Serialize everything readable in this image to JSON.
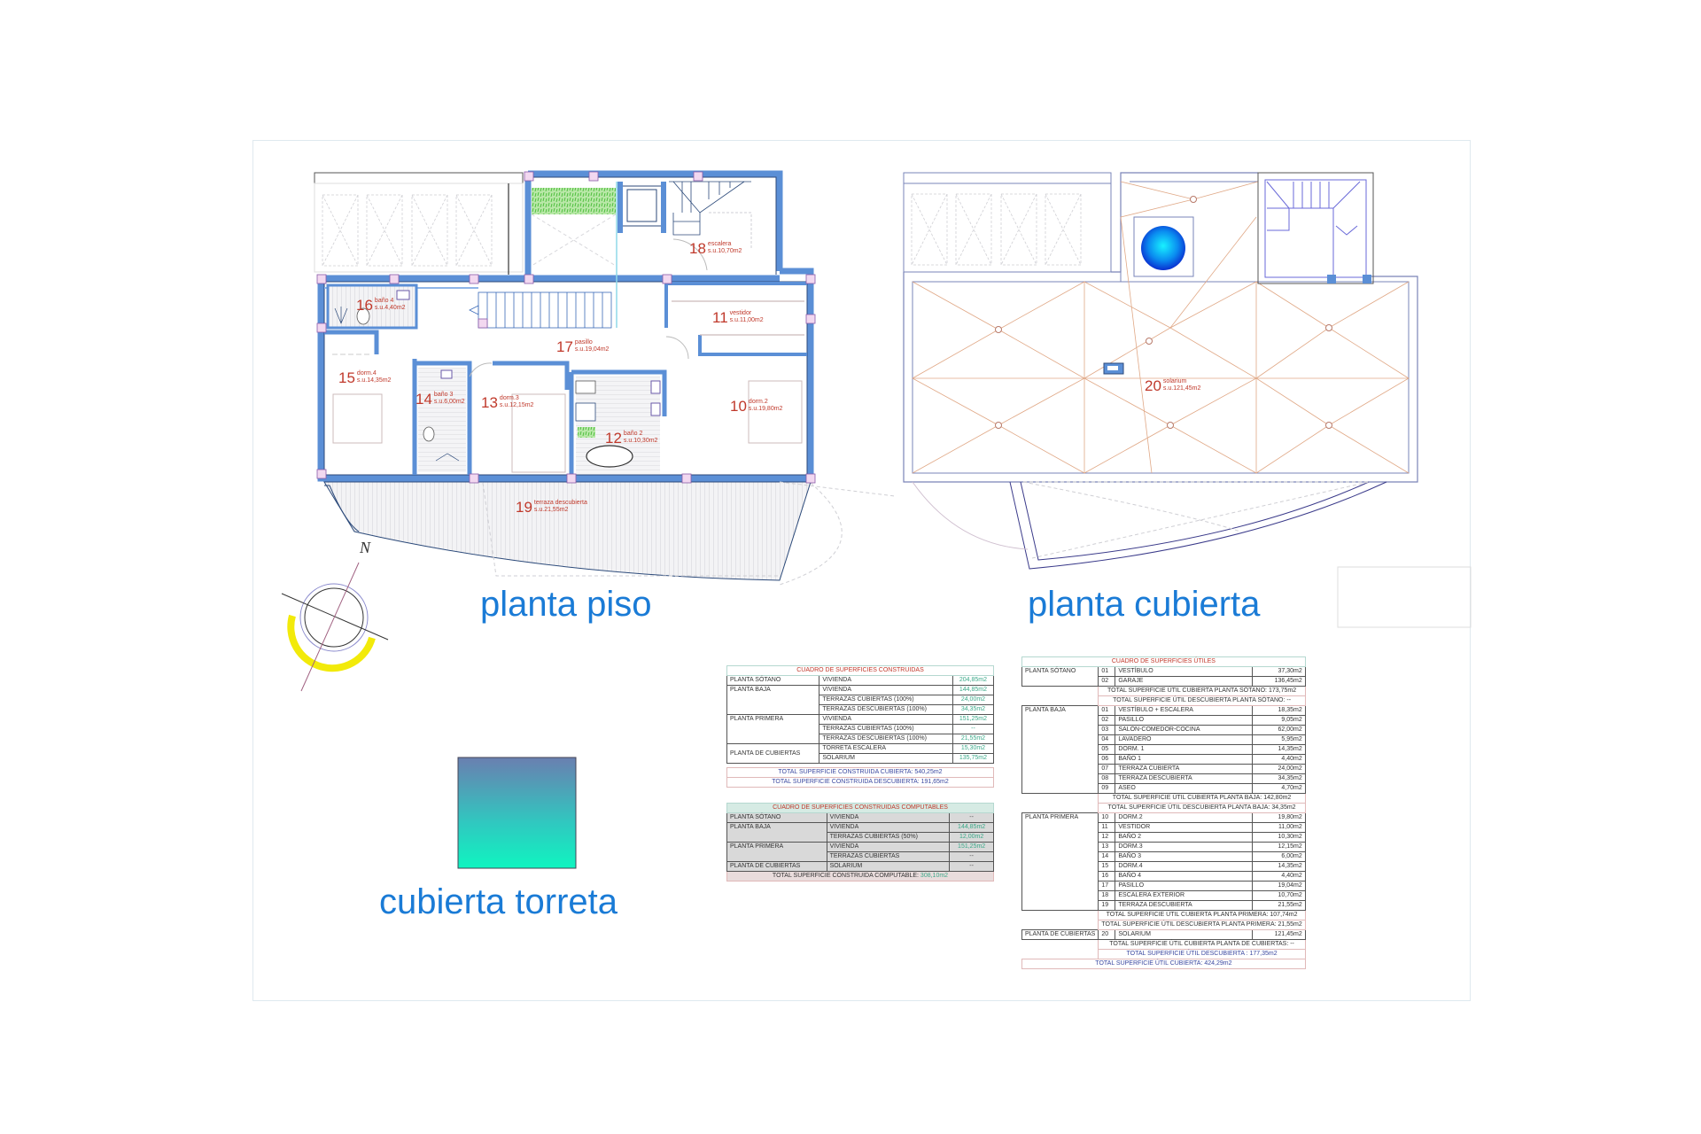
{
  "drawing": {
    "titles": {
      "piso": "planta piso",
      "cubierta": "planta cubierta",
      "torreta": "cubierta torreta"
    },
    "compass": {
      "label": "N"
    },
    "colors": {
      "wall": "#5b8fd6",
      "title": "#1a7bd6",
      "room_label": "#c0392b",
      "roof_lines": "#e0a886",
      "compass_arc": "#f2ea0a",
      "torreta_top": "#6a7fb0",
      "torreta_bottom": "#0ff5c0"
    },
    "piso_rooms": [
      {
        "num": "10",
        "name": "dorm.2",
        "area": "s.u.19,80m2"
      },
      {
        "num": "11",
        "name": "vestidor",
        "area": "s.u.11,00m2"
      },
      {
        "num": "12",
        "name": "baño 2",
        "area": "s.u.10,30m2"
      },
      {
        "num": "13",
        "name": "dorm.3",
        "area": "s.u.12,15m2"
      },
      {
        "num": "14",
        "name": "baño 3",
        "area": "s.u.6,00m2"
      },
      {
        "num": "15",
        "name": "dorm.4",
        "area": "s.u.14,35m2"
      },
      {
        "num": "16",
        "name": "baño 4",
        "area": "s.u.4,40m2"
      },
      {
        "num": "17",
        "name": "pasillo",
        "area": "s.u.19,04m2"
      },
      {
        "num": "18",
        "name": "escalera",
        "area": "s.u.10,70m2"
      },
      {
        "num": "19",
        "name": "terraza descubierta",
        "area": "s.u.21,55m2"
      }
    ],
    "cubierta_rooms": [
      {
        "num": "20",
        "name": "solarium",
        "area": "s.u.121,45m2"
      }
    ]
  },
  "construidas": {
    "title": "CUADRO DE SUPERFICIES CONSTRUIDAS",
    "rows": [
      {
        "planta": "PLANTA SÓTANO",
        "concepto": "VIVIENDA",
        "valor": "204,85m2"
      },
      {
        "planta": "PLANTA BAJA",
        "concepto": "VIVIENDA",
        "valor": "144,85m2"
      },
      {
        "planta": "",
        "concepto": "TERRAZAS CUBIERTAS (100%)",
        "valor": "24,00m2"
      },
      {
        "planta": "",
        "concepto": "TERRAZAS DESCUBIERTAS (100%)",
        "valor": "34,35m2"
      },
      {
        "planta": "PLANTA PRIMERA",
        "concepto": "VIVIENDA",
        "valor": "151,25m2"
      },
      {
        "planta": "",
        "concepto": "TERRAZAS CUBIERTAS (100%)",
        "valor": "--"
      },
      {
        "planta": "",
        "concepto": "TERRAZAS DESCUBIERTAS (100%)",
        "valor": "21,55m2"
      },
      {
        "planta": "PLANTA DE CUBIERTAS",
        "concepto": "TORRETA ESCALERA",
        "valor": "15,30m2"
      },
      {
        "planta": "",
        "concepto": "SOLARIUM",
        "valor": "135,75m2"
      }
    ],
    "total_cubierta": "TOTAL SUPERFICIE CONSTRUIDA CUBIERTA: 540,25m2",
    "total_descubierta": "TOTAL SUPERFICIE CONSTRUIDA DESCUBIERTA: 191,65m2"
  },
  "computables": {
    "title": "CUADRO DE SUPERFICIES CONSTRUIDAS COMPUTABLES",
    "rows": [
      {
        "planta": "PLANTA SÓTANO",
        "concepto": "VIVIENDA",
        "valor": "--"
      },
      {
        "planta": "PLANTA BAJA",
        "concepto": "VIVIENDA",
        "valor": "144,85m2"
      },
      {
        "planta": "",
        "concepto": "TERRAZAS CUBIERTAS (50%)",
        "valor": "12,00m2"
      },
      {
        "planta": "PLANTA PRIMERA",
        "concepto": "VIVIENDA",
        "valor": "151,25m2"
      },
      {
        "planta": "",
        "concepto": "TERRAZAS CUBIERTAS",
        "valor": "--"
      },
      {
        "planta": "PLANTA DE CUBIERTAS",
        "concepto": "SOLARIUM",
        "valor": "--"
      }
    ],
    "total_label": "TOTAL SUPERFICIE CONSTRUIDA COMPUTABLE:",
    "total_value": "308,10m2"
  },
  "utiles": {
    "title": "CUADRO DE SUPERFICIES ÚTILES",
    "sotano": {
      "planta": "PLANTA SÓTANO",
      "rows": [
        {
          "n": "01",
          "nombre": "VESTÍBULO",
          "valor": "37,30m2"
        },
        {
          "n": "02",
          "nombre": "GARAJE",
          "valor": "136,45m2"
        }
      ],
      "total_cubierta": "TOTAL SUPERFICIE ÚTIL CUBIERTA PLANTA SÓTANO:",
      "total_cubierta_val": "173,75m2",
      "total_descubierta": "TOTAL SUPERFICIE ÚTIL DESCUBIERTA PLANTA SÓTANO:",
      "total_descubierta_val": "--"
    },
    "baja": {
      "planta": "PLANTA BAJA",
      "rows": [
        {
          "n": "01",
          "nombre": "VESTÍBULO + ESCALERA",
          "valor": "18,35m2"
        },
        {
          "n": "02",
          "nombre": "PASILLO",
          "valor": "9,05m2"
        },
        {
          "n": "03",
          "nombre": "SALÓN-COMEDOR-COCINA",
          "valor": "62,00m2"
        },
        {
          "n": "04",
          "nombre": "LAVADERO",
          "valor": "5,95m2"
        },
        {
          "n": "05",
          "nombre": "DORM. 1",
          "valor": "14,35m2"
        },
        {
          "n": "06",
          "nombre": "BAÑO 1",
          "valor": "4,40m2"
        },
        {
          "n": "07",
          "nombre": "TERRAZA CUBIERTA",
          "valor": "24,00m2"
        },
        {
          "n": "08",
          "nombre": "TERRAZA DESCUBIERTA",
          "valor": "34,35m2"
        },
        {
          "n": "09",
          "nombre": "ASEO",
          "valor": "4,70m2"
        }
      ],
      "total_cubierta": "TOTAL SUPERFICIE ÚTIL CUBIERTA PLANTA BAJA:",
      "total_cubierta_val": "142,80m2",
      "total_descubierta": "TOTAL SUPERFICIE ÚTIL DESCUBIERTA PLANTA BAJA:",
      "total_descubierta_val": "34,35m2"
    },
    "primera": {
      "planta": "PLANTA PRIMERA",
      "rows": [
        {
          "n": "10",
          "nombre": "DORM.2",
          "valor": "19,80m2"
        },
        {
          "n": "11",
          "nombre": "VESTIDOR",
          "valor": "11,00m2"
        },
        {
          "n": "12",
          "nombre": "BAÑO 2",
          "valor": "10,30m2"
        },
        {
          "n": "13",
          "nombre": "DORM.3",
          "valor": "12,15m2"
        },
        {
          "n": "14",
          "nombre": "BAÑO 3",
          "valor": "6,00m2"
        },
        {
          "n": "15",
          "nombre": "DORM.4",
          "valor": "14,35m2"
        },
        {
          "n": "16",
          "nombre": "BAÑO 4",
          "valor": "4,40m2"
        },
        {
          "n": "17",
          "nombre": "PASILLO",
          "valor": "19,04m2"
        },
        {
          "n": "18",
          "nombre": "ESCALERA EXTERIOR",
          "valor": "10,70m2"
        },
        {
          "n": "19",
          "nombre": "TERRAZA DESCUBIERTA",
          "valor": "21,55m2"
        }
      ],
      "total_cubierta": "TOTAL SUPERFICIE ÚTIL CUBIERTA PLANTA PRIMERA:",
      "total_cubierta_val": "107,74m2",
      "total_descubierta": "TOTAL SUPERFICIE ÚTIL DESCUBIERTA PLANTA PRIMERA:",
      "total_descubierta_val": "21,55m2"
    },
    "cubiertas": {
      "planta": "PLANTA DE CUBIERTAS",
      "rows": [
        {
          "n": "20",
          "nombre": "SOLARIUM",
          "valor": "121,45m2"
        }
      ],
      "total_cubierta": "TOTAL SUPERFICIE ÚTIL CUBIERTA PLANTA DE CUBIERTAS:",
      "total_cubierta_val": "--",
      "total_descubierta": "TOTAL SUPERFICIE ÚTIL DESCUBIERTA :",
      "total_descubierta_val": "177,35m2"
    },
    "total_final": "TOTAL SUPERFICIE ÚTIL CUBIERTA: 424,29m2"
  }
}
